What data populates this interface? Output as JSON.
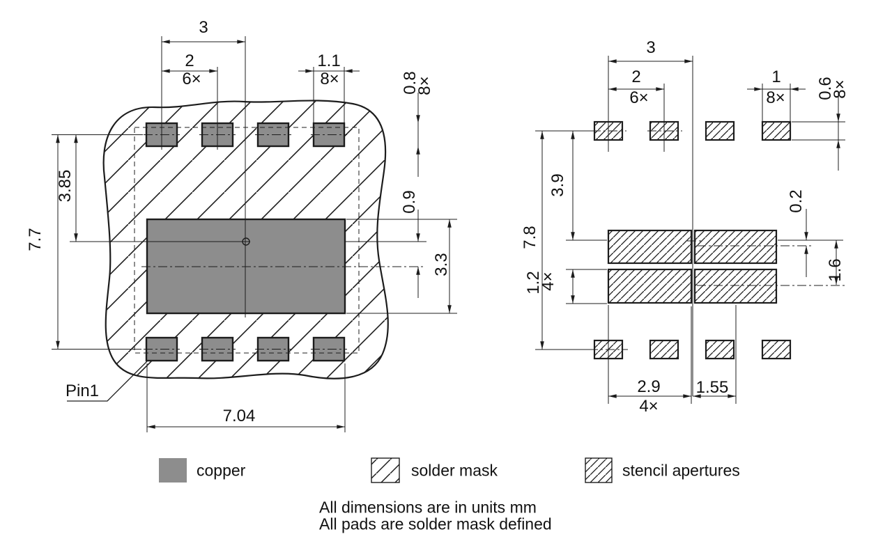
{
  "colors": {
    "copper_fill": "#8d8d8d",
    "line": "#1c1c1c"
  },
  "left_view": {
    "span": "3",
    "pitch": "2",
    "pitch_count": "6×",
    "pad_width": "1.1",
    "pad_width_count": "8×",
    "pad_height": "0.8",
    "pad_height_count": "8×",
    "overall_height": "7.7",
    "row_to_center": "3.85",
    "center_offset": "0.9",
    "thermal_height": "3.3",
    "overall_width": "7.04",
    "pin1": "Pin1"
  },
  "right_view": {
    "span": "3",
    "pitch": "2",
    "pitch_count": "6×",
    "aperture_width": "1",
    "aperture_width_count": "8×",
    "aperture_height": "0.6",
    "aperture_height_count": "8×",
    "overall_height": "7.8",
    "row_to_center": "3.9",
    "center_gap": "0.2",
    "lower_aperture_center": "1.6",
    "aperture_row_height": "1.2",
    "aperture_row_count": "4×",
    "thermal_aperture_width": "2.9",
    "thermal_aperture_count": "4×",
    "thermal_aperture_offset": "1.55"
  },
  "legend": {
    "copper": "copper",
    "solder_mask": "solder mask",
    "stencil_apertures": "stencil apertures"
  },
  "notes": {
    "line1": "All dimensions are in units mm",
    "line2": "All pads are solder mask defined"
  }
}
